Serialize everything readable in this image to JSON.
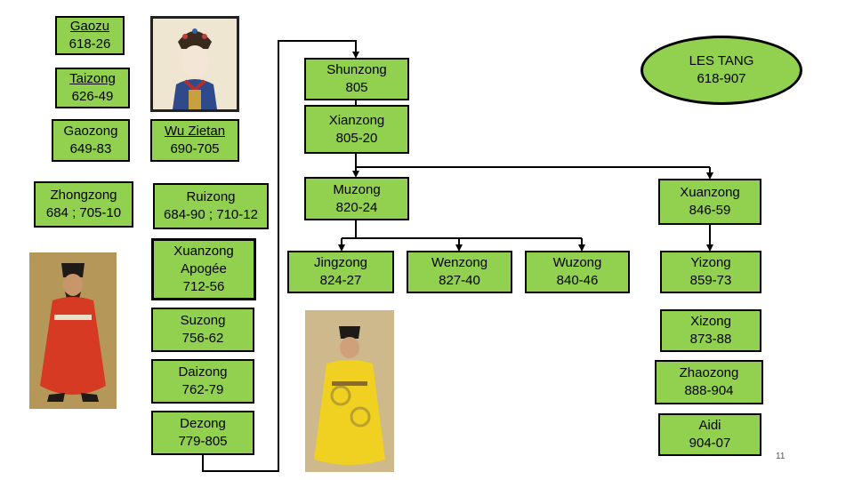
{
  "title_oval": {
    "line1": "LES TANG",
    "line2": "618-907"
  },
  "emperors": {
    "gaozu": {
      "name": "Gaozu",
      "dates": "618-26"
    },
    "taizong": {
      "name": "Taizong",
      "dates": "626-49"
    },
    "gaozong": {
      "name": "Gaozong",
      "dates": "649-83"
    },
    "wu_zetian": {
      "name": "Wu Zietan",
      "dates": "690-705"
    },
    "zhongzong": {
      "name": "Zhongzong",
      "dates": "684 ; 705-10"
    },
    "ruizong": {
      "name": "Ruizong",
      "dates": "684-90 ; 710-12"
    },
    "xuanzong_apogee": {
      "name": "Xuanzong",
      "note": "Apogée",
      "dates": "712-56"
    },
    "suzong": {
      "name": "Suzong",
      "dates": "756-62"
    },
    "daizong": {
      "name": "Daizong",
      "dates": "762-79"
    },
    "dezong": {
      "name": "Dezong",
      "dates": "779-805"
    },
    "shunzong": {
      "name": "Shunzong",
      "dates": "805"
    },
    "xianzong": {
      "name": "Xianzong",
      "dates": "805-20"
    },
    "muzong": {
      "name": "Muzong",
      "dates": "820-24"
    },
    "jingzong": {
      "name": "Jingzong",
      "dates": "824-27"
    },
    "wenzong": {
      "name": "Wenzong",
      "dates": "827-40"
    },
    "wuzong": {
      "name": "Wuzong",
      "dates": "840-46"
    },
    "xuanzong_2": {
      "name": "Xuanzong",
      "dates": "846-59"
    },
    "yizong": {
      "name": "Yizong",
      "dates": "859-73"
    },
    "xizong": {
      "name": "Xizong",
      "dates": "873-88"
    },
    "zhaozong": {
      "name": "Zhaozong",
      "dates": "888-904"
    },
    "aidi": {
      "name": "Aidi",
      "dates": "904-07"
    }
  },
  "colors": {
    "box_fill": "#92d050",
    "robe_red": "#d63a23",
    "robe_yellow": "#f0d020"
  },
  "page_number": "11"
}
